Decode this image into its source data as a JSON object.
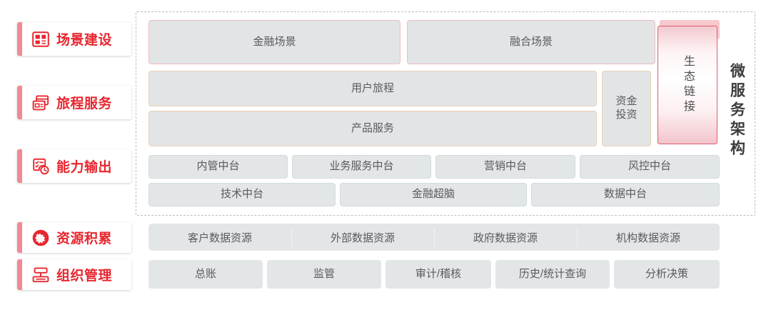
{
  "diagram": {
    "title_right": "微服务架构",
    "accent_color": "#e8262f",
    "stripe_color": "#f08a93"
  },
  "categories": [
    {
      "label": "场景建设",
      "icon": "layout-grid-icon"
    },
    {
      "label": "旅程服务",
      "icon": "cards-icon"
    },
    {
      "label": "能力输出",
      "icon": "checklist-clock-icon"
    },
    {
      "label": "资源积累",
      "icon": "globe-icon"
    },
    {
      "label": "组织管理",
      "icon": "org-chart-icon"
    }
  ],
  "scene_row": {
    "items": [
      "金融场景",
      "融合场景"
    ]
  },
  "journey_rows": {
    "row1": "用户旅程",
    "row2": "产品服务",
    "side": "资金\n投资"
  },
  "ecology": {
    "label": "生态链接"
  },
  "capability": {
    "row1": [
      "内管中台",
      "业务服务中台",
      "营销中台",
      "风控中台"
    ],
    "row2": [
      "技术中台",
      "金融超脑",
      "数据中台"
    ]
  },
  "resources": {
    "items": [
      "客户数据资源",
      "外部数据资源",
      "政府数据资源",
      "机构数据资源"
    ]
  },
  "organization": {
    "items": [
      "总账",
      "监管",
      "审计/稽核",
      "历史/统计查询",
      "分析决策"
    ]
  }
}
